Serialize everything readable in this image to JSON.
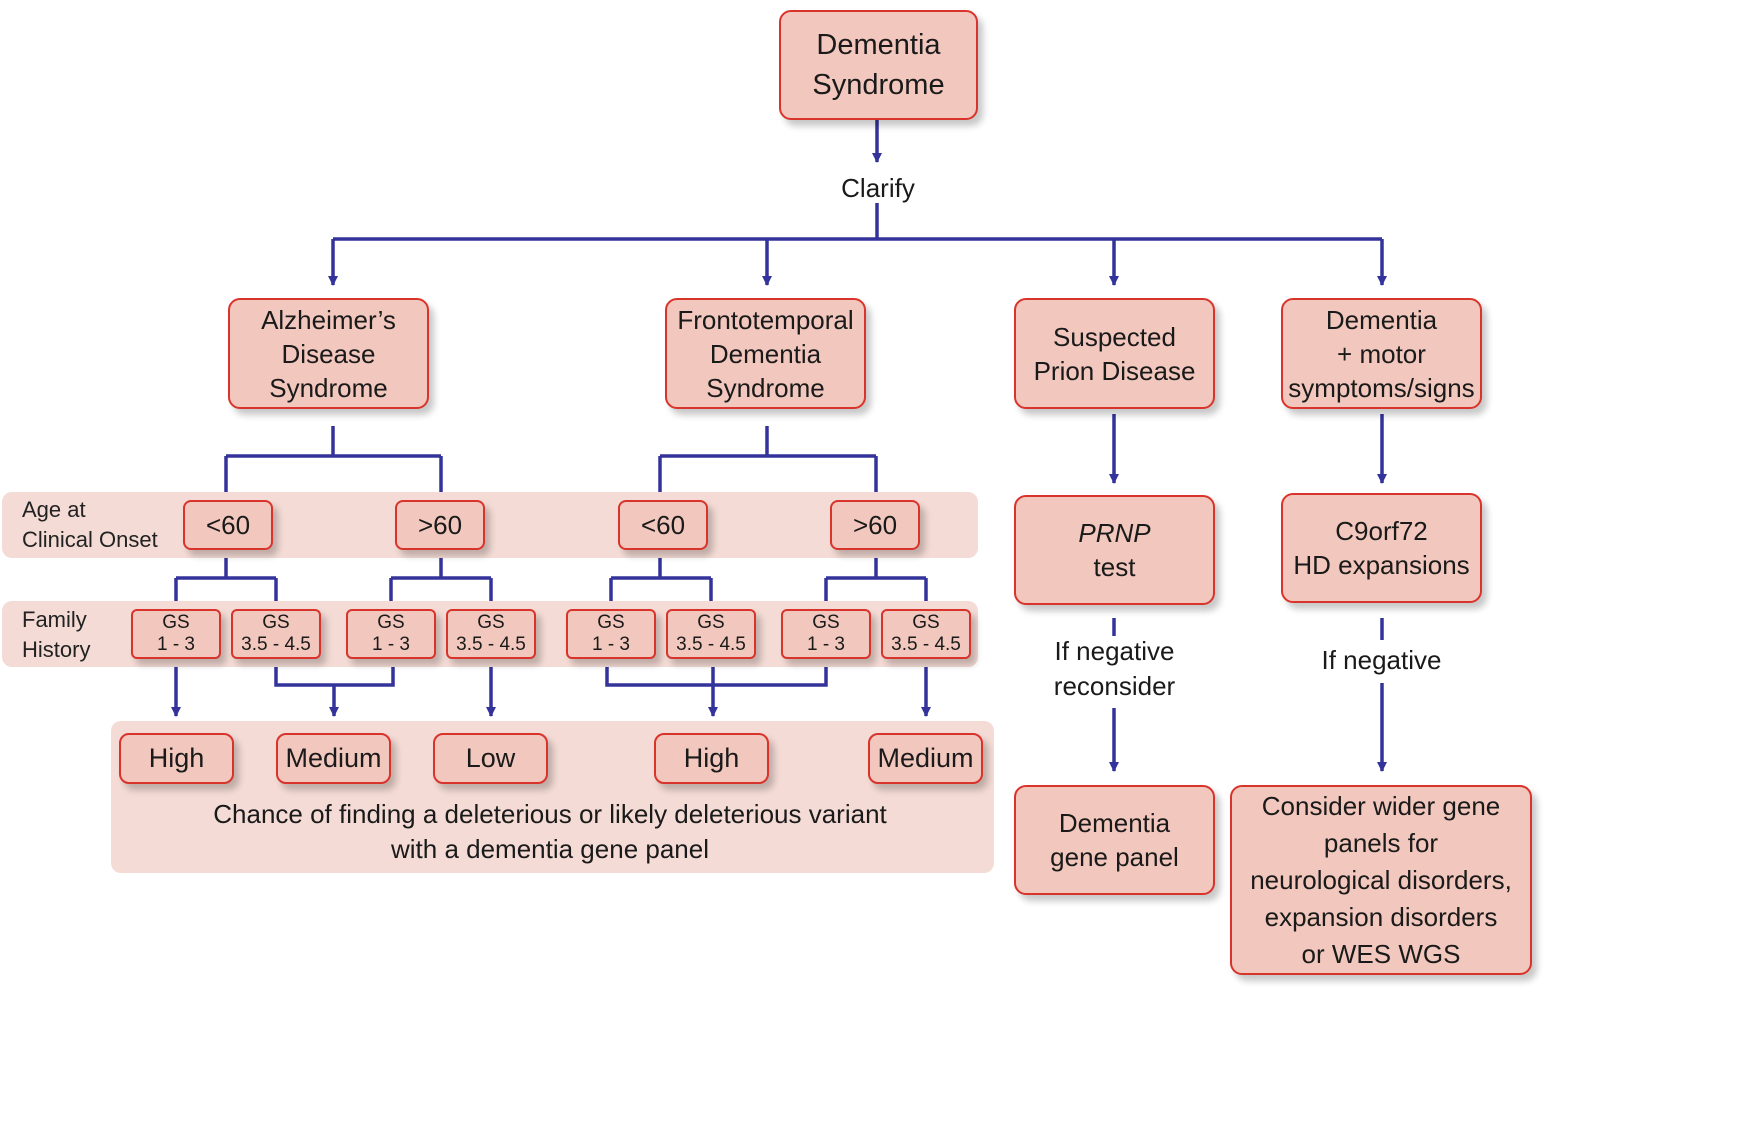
{
  "colors": {
    "node_fill": "#f2c7bd",
    "node_border": "#d9342b",
    "band_fill": "#f4dbd5",
    "connector": "#33339b"
  },
  "root": "Dementia\nSyndrome",
  "clarify": "Clarify",
  "branches": {
    "alzheimers": "Alzheimer’s\nDisease\nSyndrome",
    "ftd": "Frontotemporal\nDementia\nSyndrome",
    "prion": "Suspected\nPrion Disease",
    "motor": "Dementia\n+ motor\nsymptoms/signs"
  },
  "age_band": {
    "label": "Age at\nClinical Onset",
    "ad_under": "<60",
    "ad_over": ">60",
    "ftd_under": "<60",
    "ftd_over": ">60"
  },
  "family_band": {
    "label": "Family\nHistory",
    "gs": [
      "GS\n1 - 3",
      "GS\n3.5 - 4.5",
      "GS\n1 - 3",
      "GS\n3.5 - 4.5",
      "GS\n1 - 3",
      "GS\n3.5 - 4.5",
      "GS\n1 - 3",
      "GS\n3.5 - 4.5"
    ]
  },
  "outcomes": [
    "High",
    "Medium",
    "Low",
    "High",
    "Medium"
  ],
  "outcome_caption": "Chance of finding a deleterious or likely deleterious variant\nwith a dementia gene panel",
  "prion_path": {
    "test_gene": "PRNP",
    "test_word": "test",
    "if_negative": "If negative\nreconsider",
    "panel": "Dementia\ngene panel"
  },
  "motor_path": {
    "expansions": "C9orf72\nHD expansions",
    "if_negative": "If negative",
    "wider": "Consider wider gene\npanels for\nneurological disorders,\nexpansion disorders\nor WES WGS"
  }
}
